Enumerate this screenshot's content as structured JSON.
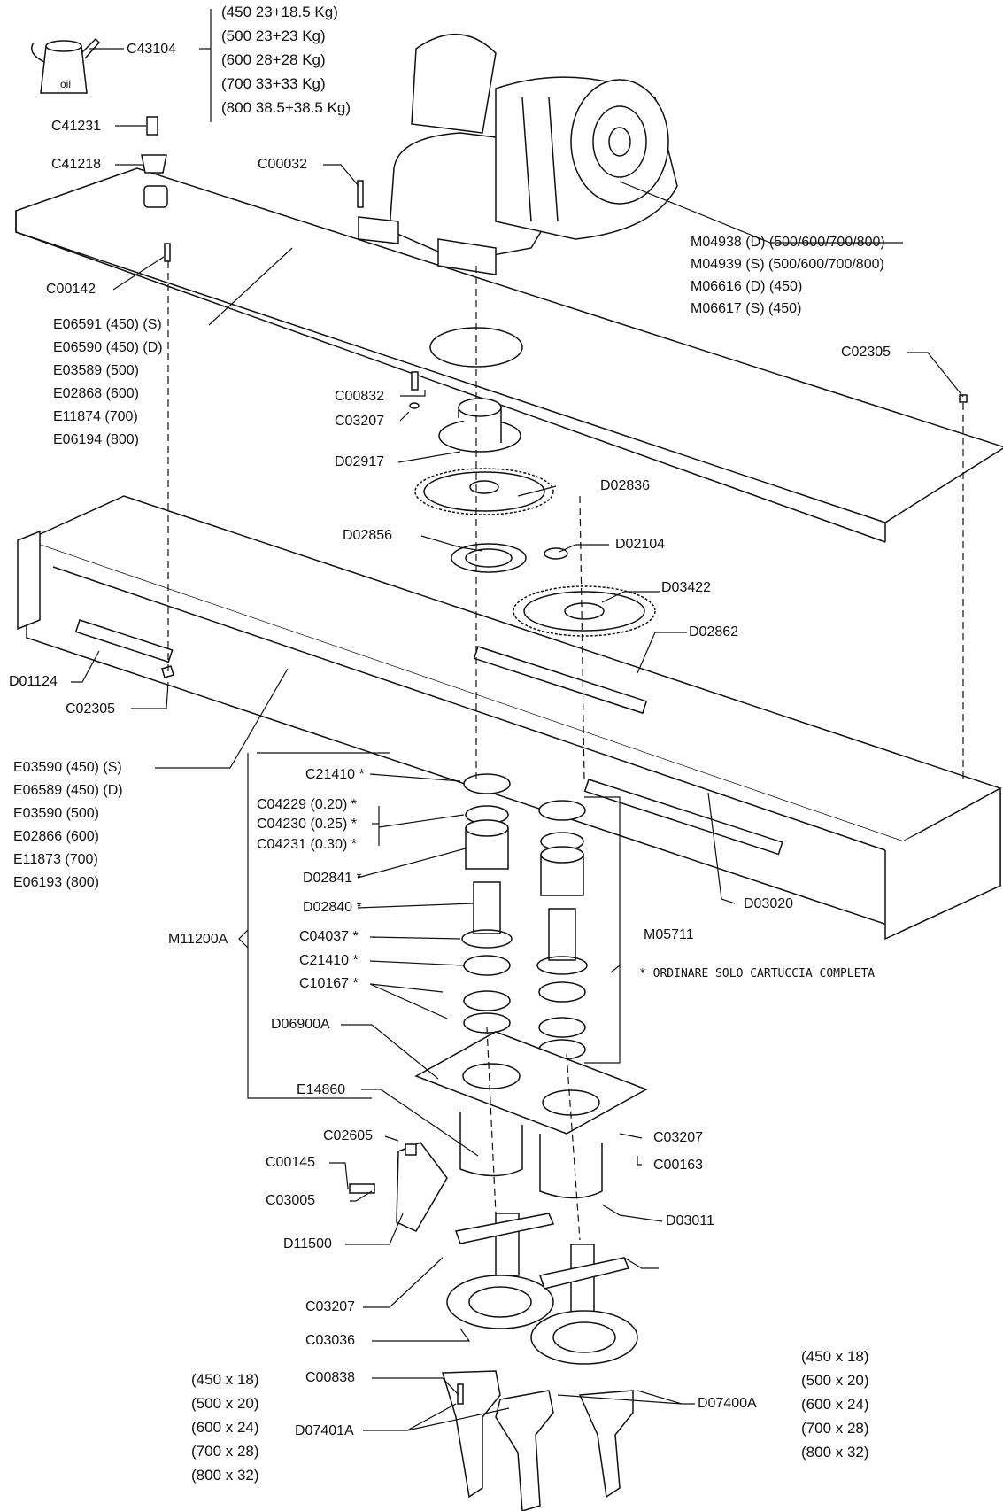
{
  "labels": {
    "c43104": "C43104",
    "oil": "oil",
    "c41231": "C41231",
    "c41218": "C41218",
    "c00032": "C00032",
    "c00142": "C00142",
    "e06591": "E06591 (450) (S)",
    "e06590": "E06590 (450) (D)",
    "e03589": "E03589 (500)",
    "e02868": "E02868 (600)",
    "e11874": "E11874 (700)",
    "e06194": "E06194 (800)",
    "m04938": "M04938 (D) (500/600/700/800)",
    "m04939": "M04939 (S) (500/600/700/800)",
    "m06616": "M06616 (D) (450)",
    "m06617": "M06617 (S) (450)",
    "c02305_top": "C02305",
    "c00832": "C00832",
    "c03207_a": "C03207",
    "d02917": "D02917",
    "d02836": "D02836",
    "d02856": "D02856",
    "d02104": "D02104",
    "d03422": "D03422",
    "d02862": "D02862",
    "d01124": "D01124",
    "c02305_low": "C02305",
    "e03590_s": "E03590 (450) (S)",
    "e06589": "E06589 (450) (D)",
    "e03590_500": "E03590 (500)",
    "e02866": "E02866 (600)",
    "e11873": "E11873 (700)",
    "e06193": "E06193 (800)",
    "c21410_a": "C21410 *",
    "c04229": "C04229 (0.20) *",
    "c04230": "C04230 (0.25) *",
    "c04231": "C04231 (0.30) *",
    "d02841": "D02841 *",
    "d02840": "D02840 *",
    "c04037": "C04037 *",
    "c21410_b": "C21410 *",
    "c10167": "C10167 *",
    "m11200a": "M11200A",
    "m05711": "M05711",
    "d03020": "D03020",
    "note": "* ORDINARE SOLO CARTUCCIA COMPLETA",
    "d06900a": "D06900A",
    "e14860": "E14860",
    "c02605": "C02605",
    "c00145": "C00145",
    "c03005": "C03005",
    "d11500": "D11500",
    "c03207_b": "C03207",
    "c00163": "C00163",
    "d03011": "D03011",
    "c03207_c": "C03207",
    "c03036": "C03036",
    "c00838": "C00838",
    "d07401a": "D07401A",
    "d07400a": "D07400A"
  },
  "weights": [
    "(450 23+18.5 Kg)",
    "(500 23+23 Kg)",
    "(600 28+28 Kg)",
    "(700 33+33 Kg)",
    "(800 38.5+38.5 Kg)"
  ],
  "sizes_left": [
    "(450 x 18)",
    "(500 x 20)",
    "(600 x 24)",
    "(700 x 28)",
    "(800 x 32)"
  ],
  "sizes_right": [
    "(450 x 18)",
    "(500 x 20)",
    "(600 x 24)",
    "(700 x 28)",
    "(800 x 32)"
  ]
}
